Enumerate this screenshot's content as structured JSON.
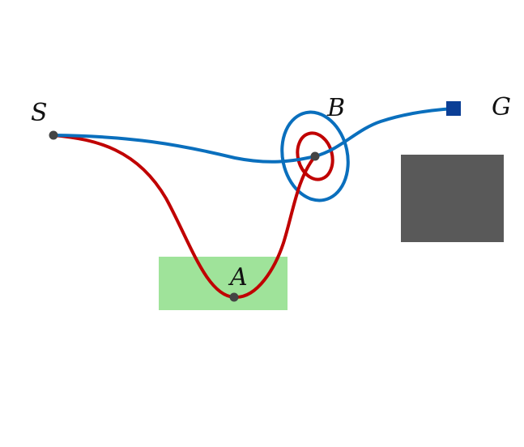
{
  "labels": {
    "start": "S",
    "waypoint_a": "A",
    "waypoint_b": "B",
    "goal": "G"
  },
  "colors": {
    "background": "#ffffff",
    "blue_path": "#0a6fbd",
    "red_path": "#c00000",
    "goal_marker": "#0b3f96",
    "point_marker": "#444444",
    "green_region": "#9fe39a",
    "obstacle": "#595959"
  },
  "icons": {
    "start": "dot",
    "waypoint": "dot",
    "goal": "square"
  }
}
